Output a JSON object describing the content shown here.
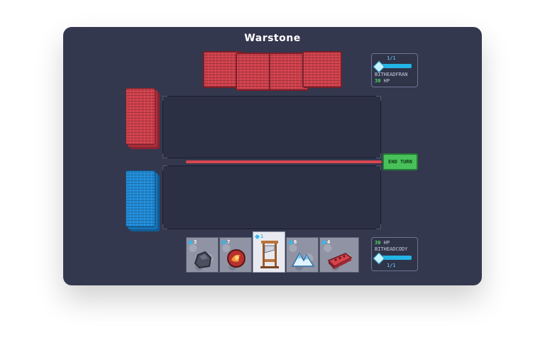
{
  "title": "Warstone",
  "opponent": {
    "mana": "1/1",
    "name": "BITHEADFRAN",
    "hp": "30",
    "hp_unit": "HP",
    "hand_count": 4
  },
  "player": {
    "mana": "1/1",
    "name": "BITHEADCODY",
    "hp": "30",
    "hp_unit": "HP"
  },
  "end_turn_label": "END TURN",
  "hand": [
    {
      "cost": "3",
      "art": "boulder-icon"
    },
    {
      "cost": "7",
      "art": "fire-orb-icon"
    },
    {
      "cost": "1",
      "art": "guillotine-icon"
    },
    {
      "cost": "6",
      "art": "ice-mountain-icon"
    },
    {
      "cost": "4",
      "art": "brick-icon"
    }
  ],
  "colors": {
    "board": "#34384f",
    "opponent_card": "#cf3f4a",
    "player_card": "#1e8ad7",
    "end_turn": "#48c15a",
    "divider": "#d9464f"
  }
}
